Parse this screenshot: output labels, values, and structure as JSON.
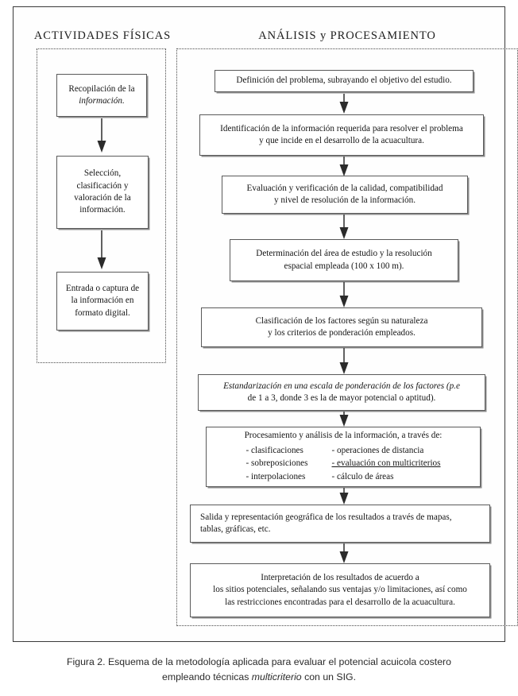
{
  "figure": {
    "frame_color": "#3a3a3a",
    "box_border_color": "#5a5a5a",
    "dotted_color": "#4a4a4a",
    "background": "#ffffff"
  },
  "headers": {
    "left": "ACTIVIDADES FÍSICAS",
    "right": "ANÁLISIS y PROCESAMIENTO"
  },
  "left_column": {
    "boxes": [
      {
        "id": "recopilacion",
        "lines": [
          "Recopilación de la",
          "información."
        ],
        "italic_lines": [
          false,
          true
        ]
      },
      {
        "id": "seleccion",
        "lines": [
          "Selección,",
          "clasificación y",
          "valoración de la",
          "información."
        ],
        "italic_lines": [
          false,
          false,
          false,
          false
        ]
      },
      {
        "id": "entrada",
        "lines": [
          "Entrada o captura de",
          "la información en",
          "formato digital."
        ],
        "italic_lines": [
          false,
          false,
          false
        ]
      }
    ]
  },
  "right_column": {
    "boxes": [
      {
        "id": "definicion-problema",
        "lines": [
          "Definición del problema, subrayando el objetivo del estudio."
        ]
      },
      {
        "id": "identificacion-informacion",
        "lines": [
          "Identificación de la información requerida para resolver el problema",
          "y que incide en el desarrollo de la acuacultura."
        ]
      },
      {
        "id": "evaluacion-verificacion",
        "lines": [
          "Evaluación y verificación de la calidad, compatibilidad",
          "y nivel de resolución de la información."
        ]
      },
      {
        "id": "determinacion-area",
        "lines": [
          "Determinación del área de estudio y la resolución",
          "espacial empleada (100 x 100 m)."
        ]
      },
      {
        "id": "clasificacion-factores",
        "lines": [
          "Clasificación de los factores según su naturaleza",
          "y los criterios de ponderación empleados."
        ]
      },
      {
        "id": "estandarizacion",
        "lines": [
          "Estandarización en una escala de ponderación de los factores (p.e",
          "de 1 a 3, donde 3 es la de mayor potencial o aptitud)."
        ],
        "italic_first_word": "Estandarización"
      },
      {
        "id": "procesamiento-analisis",
        "title": "Procesamiento y análisis de la información, a través de:",
        "column_left": [
          "- clasificaciones",
          "- sobreposiciones",
          "- interpolaciones"
        ],
        "column_right": [
          "- operaciones de distancia",
          "- evaluación con multicriterios",
          "- cálculo de áreas"
        ],
        "underlined_item": "- evaluación con multicriterios"
      },
      {
        "id": "salida-representacion",
        "lines": [
          "Salida y representación geográfica de los resultados a través de mapas,",
          "tablas, gráficas, etc."
        ],
        "italic_word": "representación"
      },
      {
        "id": "interpretacion-resultados",
        "lines": [
          "Interpretación de los resultados de acuerdo a",
          "los sitios potenciales, señalando sus ventajas y/o limitaciones, así como",
          "las restricciones encontradas para el desarrollo de la acuacultura."
        ],
        "italic_word": "así"
      }
    ]
  },
  "caption": {
    "line1_a": "Figura 2. Esquema de la metodología aplicada para evaluar el potencial acuicola costero",
    "line2_a": "empleando técnicas ",
    "line2_italic": "multicriterio",
    "line2_b": " con un SIG."
  }
}
